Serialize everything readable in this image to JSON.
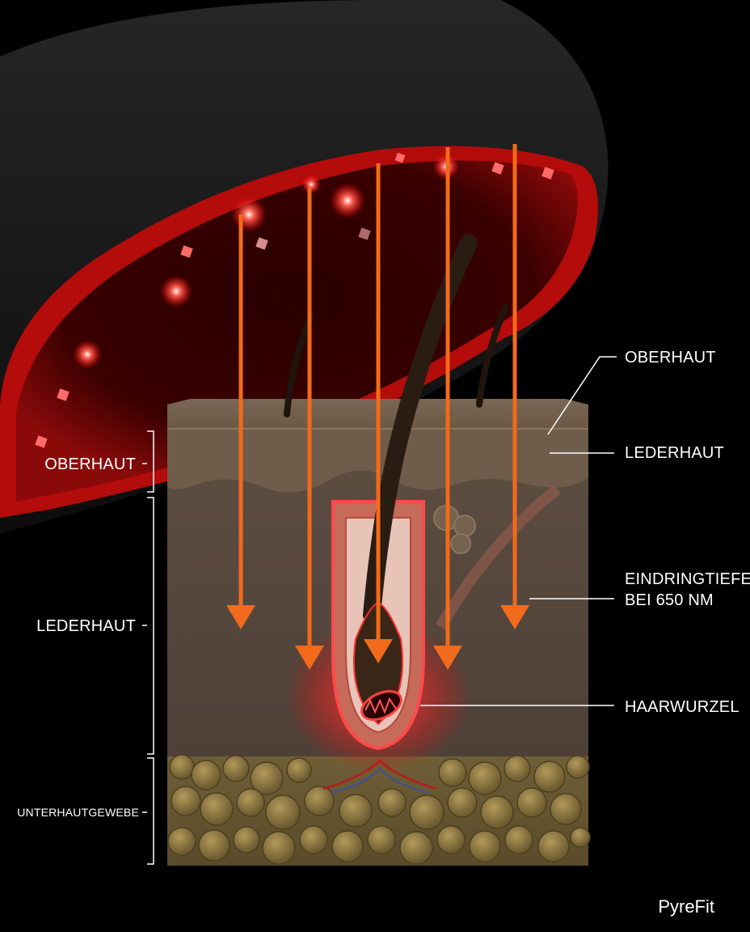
{
  "left_labels": {
    "epidermis": "OBERHAUT",
    "dermis": "LEDERHAUT",
    "subcutis": "UNTERHAUTGEWEBE"
  },
  "right_labels": {
    "epidermis": "OBERHAUT",
    "dermis": "LEDERHAUT",
    "penetration_line1": "EINDRINGTIEFE",
    "penetration_line2": "BEI 650 NM",
    "hair_root": "HAARWURZEL"
  },
  "brand": "PyreFit",
  "colors": {
    "background": "#000000",
    "helmet": "#161616",
    "helmet_inner": "#5a0000",
    "led": "#ff3b2f",
    "arrow": "#f26a1b",
    "epidermis": "#6e5a4a",
    "dermis": "#594a3f",
    "fat": "#7f6d3d",
    "hair": "#2a1c12",
    "glow": "#ff2a2a"
  },
  "icons": [
    "helmet-icon",
    "led-light-icon",
    "hair-follicle-icon",
    "mitochondrion-icon",
    "light-arrow-icon"
  ]
}
